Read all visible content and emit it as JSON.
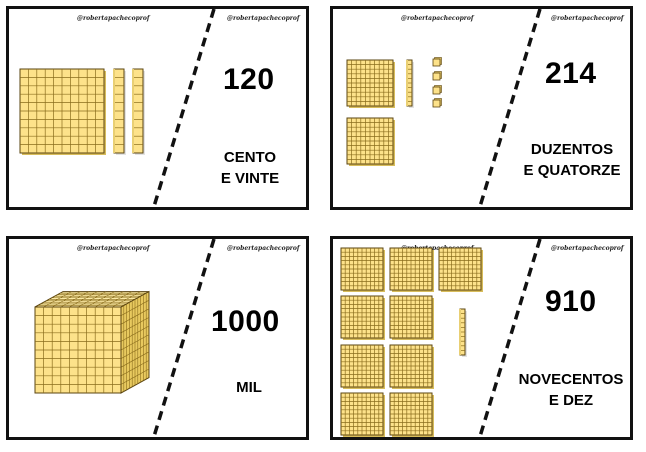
{
  "credit": "@robertapachecoprof",
  "colors": {
    "block_fill": "#fde28a",
    "block_grid": "#8a6d1c",
    "border": "#111111"
  },
  "cards": [
    {
      "number": "120",
      "words_line1": "CENTO",
      "words_line2": "E VINTE",
      "blocks": {
        "hundreds": 1,
        "tens": 2,
        "units": 0
      }
    },
    {
      "number": "214",
      "words_line1": "DUZENTOS",
      "words_line2": "E QUATORZE",
      "blocks": {
        "hundreds": 2,
        "tens": 1,
        "units": 4
      }
    },
    {
      "number": "1000",
      "words_line1": "MIL",
      "words_line2": "",
      "blocks": {
        "thousands": 1
      }
    },
    {
      "number": "910",
      "words_line1": "NOVECENTOS",
      "words_line2": "E DEZ",
      "blocks": {
        "hundreds": 9,
        "tens": 1,
        "units": 0
      }
    }
  ]
}
